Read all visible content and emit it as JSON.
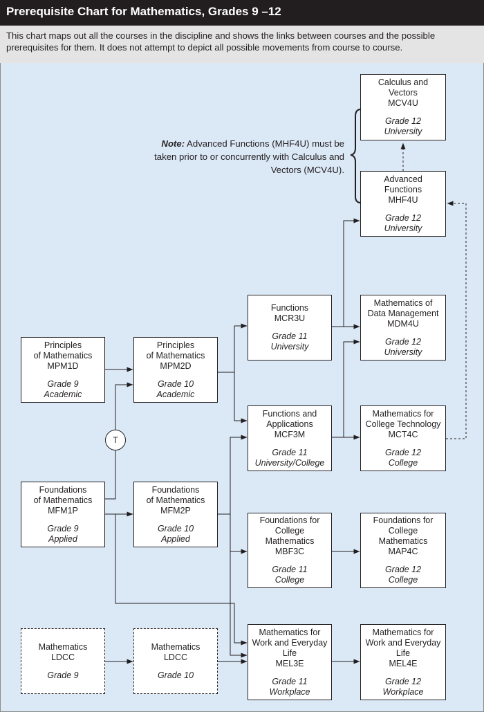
{
  "title": "Prerequisite Chart for Mathematics, Grades 9 –12",
  "intro": "This chart maps out all the courses in the discipline and shows the links between courses and the possible prerequisites for them. It does not attempt to depict all possible movements from course to course.",
  "note": {
    "label": "Note:",
    "text": " Advanced Functions (MHF4U) must be taken prior to or concurrently with Calculus and Vectors (MCV4U)."
  },
  "transfer_label": "T",
  "courses": {
    "mpm1d": {
      "name": "Principles\nof Mathematics",
      "code": "MPM1D",
      "grade": "Grade 9",
      "path": "Academic"
    },
    "mfm1p": {
      "name": "Foundations\nof Mathematics",
      "code": "MFM1P",
      "grade": "Grade 9",
      "path": "Applied"
    },
    "ldcc9": {
      "name": "Mathematics",
      "code": "LDCC",
      "grade": "Grade 9",
      "path": ""
    },
    "mpm2d": {
      "name": "Principles\nof Mathematics",
      "code": "MPM2D",
      "grade": "Grade 10",
      "path": "Academic"
    },
    "mfm2p": {
      "name": "Foundations\nof Mathematics",
      "code": "MFM2P",
      "grade": "Grade 10",
      "path": "Applied"
    },
    "ldcc10": {
      "name": "Mathematics",
      "code": "LDCC",
      "grade": "Grade 10",
      "path": ""
    },
    "mcr3u": {
      "name": "Functions",
      "code": "MCR3U",
      "grade": "Grade 11",
      "path": "University"
    },
    "mcf3m": {
      "name": "Functions and\nApplications",
      "code": "MCF3M",
      "grade": "Grade 11",
      "path": "University/College"
    },
    "mbf3c": {
      "name": "Foundations for\nCollege\nMathematics",
      "code": "MBF3C",
      "grade": "Grade 11",
      "path": "College"
    },
    "mel3e": {
      "name": "Mathematics for\nWork and Everyday\nLife",
      "code": "MEL3E",
      "grade": "Grade 11",
      "path": "Workplace"
    },
    "mcv4u": {
      "name": "Calculus and\nVectors",
      "code": "MCV4U",
      "grade": "Grade 12",
      "path": "University"
    },
    "mhf4u": {
      "name": "Advanced\nFunctions",
      "code": "MHF4U",
      "grade": "Grade 12",
      "path": "University"
    },
    "mdm4u": {
      "name": "Mathematics of\nData Management",
      "code": "MDM4U",
      "grade": "Grade 12",
      "path": "University"
    },
    "mct4c": {
      "name": "Mathematics for\nCollege Technology",
      "code": "MCT4C",
      "grade": "Grade 12",
      "path": "College"
    },
    "map4c": {
      "name": "Foundations for\nCollege\nMathematics",
      "code": "MAP4C",
      "grade": "Grade 12",
      "path": "College"
    },
    "mel4e": {
      "name": "Mathematics for\nWork and Everyday\nLife",
      "code": "MEL4E",
      "grade": "Grade 12",
      "path": "Workplace"
    }
  }
}
